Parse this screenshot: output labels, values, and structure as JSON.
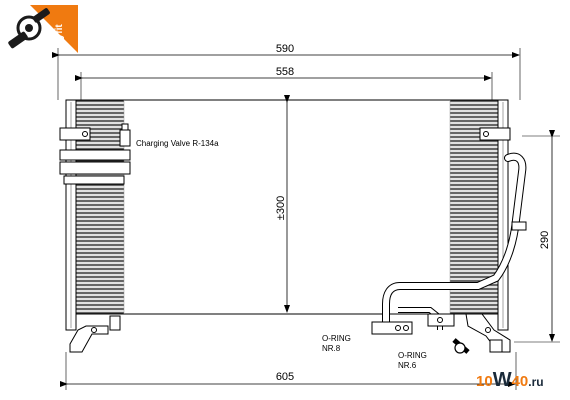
{
  "brand": {
    "logo_text": "easyfit",
    "logo_color": "#f07a10",
    "logo_icon": "wrench-gear-icon"
  },
  "dimensions": {
    "top_overall": "590",
    "top_core": "558",
    "core_height": "±300",
    "right_height": "290",
    "bottom_overall": "605"
  },
  "annotations": {
    "charging_valve": "Charging Valve R-134a",
    "oring_1_title": "O-RING",
    "oring_1_size": "NR.8",
    "oring_2_title": "O-RING",
    "oring_2_size": "NR.6"
  },
  "watermark": {
    "part1": "10",
    "part2": "W",
    "part3": "40",
    "part4": ".ru"
  }
}
